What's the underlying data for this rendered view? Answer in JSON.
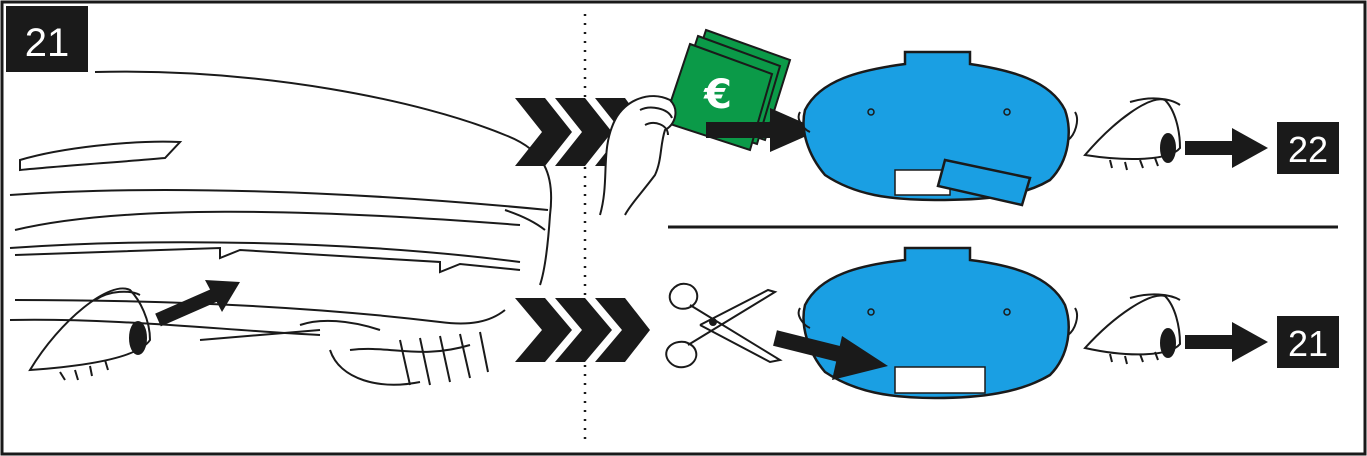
{
  "step": {
    "current": "21"
  },
  "outcomes": {
    "paid": {
      "next_step": "22"
    },
    "cut": {
      "next_step": "21"
    }
  },
  "currency_symbol": "€",
  "colors": {
    "cover": "#1a9fe3",
    "banknote": "#0b9a48",
    "ink": "#1a1a1a",
    "badge": "#1a1a1a",
    "badge_text": "#ffffff"
  },
  "icons": [
    "hand-with-banknote-icon",
    "scissors-icon",
    "eye-icon",
    "arrow-icon",
    "chevron-icon"
  ]
}
